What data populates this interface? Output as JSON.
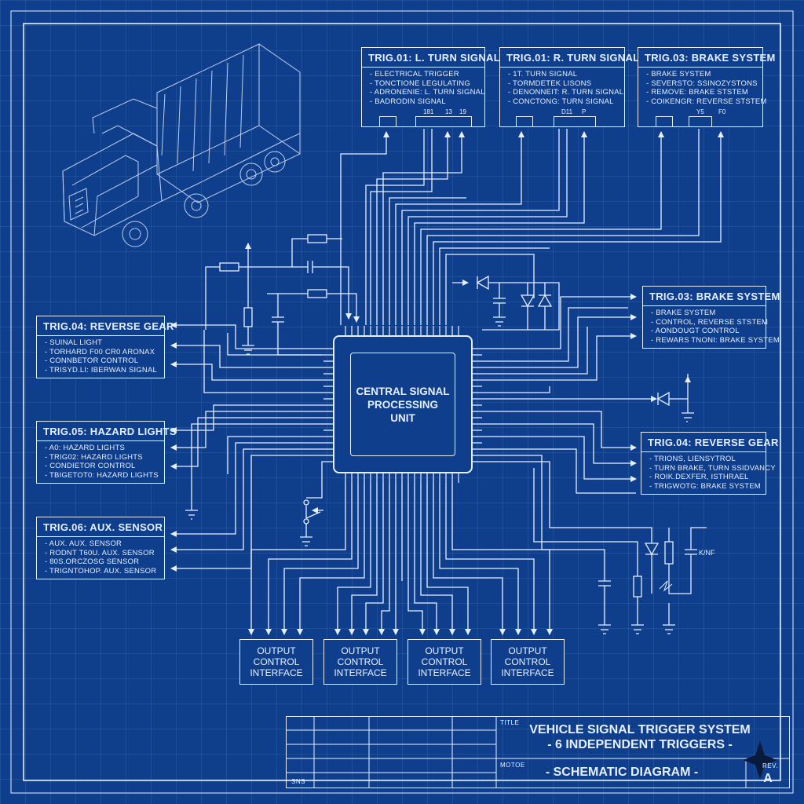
{
  "triggers_top": [
    {
      "title": "TRIG.01: L. TURN SIGNAL",
      "items": [
        "- ELECTRICAL TRIGGER",
        "- TONCTIONE LEGULATING",
        "- ADRONENIE: L. TURN SIGNAL",
        "- BADRODIN SIGNAL"
      ],
      "pins": [
        "181",
        "13",
        "19"
      ]
    },
    {
      "title": "TRIG.01: R. TURN SIGNAL",
      "items": [
        "- 1T. TURN SIGNAL",
        "- TORMDETEK LISONS",
        "- DENONNEIT: R. TURN SIGNAL",
        "- CONCTONG: TURN SIGNAL"
      ],
      "pins": [
        "D11",
        "P"
      ]
    },
    {
      "title": "TRIG.03: BRAKE SYSTEM",
      "items": [
        "- BRAKE SYSTEM",
        "- SEVERSTO: SSINOZYSTONS",
        "- REMOVE: BRAKE STSTEM",
        "- COIKENGR: REVERSE STSTEM"
      ],
      "pins": [
        "Y5",
        "F0"
      ]
    }
  ],
  "triggers_left": [
    {
      "title": "TRIG.04: REVERSE GEAR",
      "items": [
        "- SUINAL LIGHT",
        "- TORHARD F00 CR0 ARONAX",
        "- CONNBETOR CONTROL",
        "- TRISYD.LI: IBERWAN SIGNAL"
      ]
    },
    {
      "title": "TRIG.05: HAZARD LIGHTS",
      "items": [
        "- A0: HAZARD LIGHTS",
        "- TRIG02: HAZARD LIGHTS",
        "- CONDIETOR CONTROL",
        "- TBIGETOT0: HAZARD LIGHTS"
      ]
    },
    {
      "title": "TRIG.06: AUX. SENSOR",
      "items": [
        "- AUX. AUX. SENSOR",
        "- RODNT T60U. AUX. SENSOR",
        "- 80S.ORCZOSG SENSOR",
        "- TRIGNTOHOP. AUX. SENSOR"
      ]
    }
  ],
  "triggers_right": [
    {
      "title": "TRIG.03: BRAKE SYSTEM",
      "items": [
        "- BRAKE SYSTEM",
        "- CONTROL, REVERSE STSTEM",
        "- AONDOUGT CONTROL",
        "- REWARS TNONI: BRAKE SYSTEM"
      ]
    },
    {
      "title": "TRIG.04: REVERSE GEAR",
      "items": [
        "- TRIONS, LIENSYTROL",
        "- TURN BRAKE, TURN SSIDVANCY",
        "- ROIK.DEXFER, ISTHRAEL",
        "- TRIGWOTG: BRAKE SYSTEM"
      ]
    }
  ],
  "cpu": {
    "line1": "CENTRAL SIGNAL",
    "line2": "PROCESSING",
    "line3": "UNIT"
  },
  "outputs": [
    {
      "line1": "OUTPUT",
      "line2": "CONTROL",
      "line3": "INTERFACE"
    },
    {
      "line1": "OUTPUT",
      "line2": "CONTROL",
      "line3": "INTERFACE"
    },
    {
      "line1": "OUTPUT",
      "line2": "CONTROL",
      "line3": "INTERFACE"
    },
    {
      "line1": "OUTPUT",
      "line2": "CONTROL",
      "line3": "INTERFACE"
    }
  ],
  "misc": {
    "cap_label": "K/NF"
  },
  "title_block": {
    "title_label": "TITLE",
    "title_line1": "VEHICLE SIGNAL TRIGGER SYSTEM",
    "title_line2": "- 6 INDEPENDENT TRIGGERS -",
    "note_label": "MOTOE",
    "subtitle": "- SCHEMATIC DIAGRAM -",
    "sns_label": "SNS",
    "rev_label": "REV.",
    "rev_value": "A"
  },
  "colors": {
    "background": "#0f3f8c",
    "line": "#e6efff"
  }
}
